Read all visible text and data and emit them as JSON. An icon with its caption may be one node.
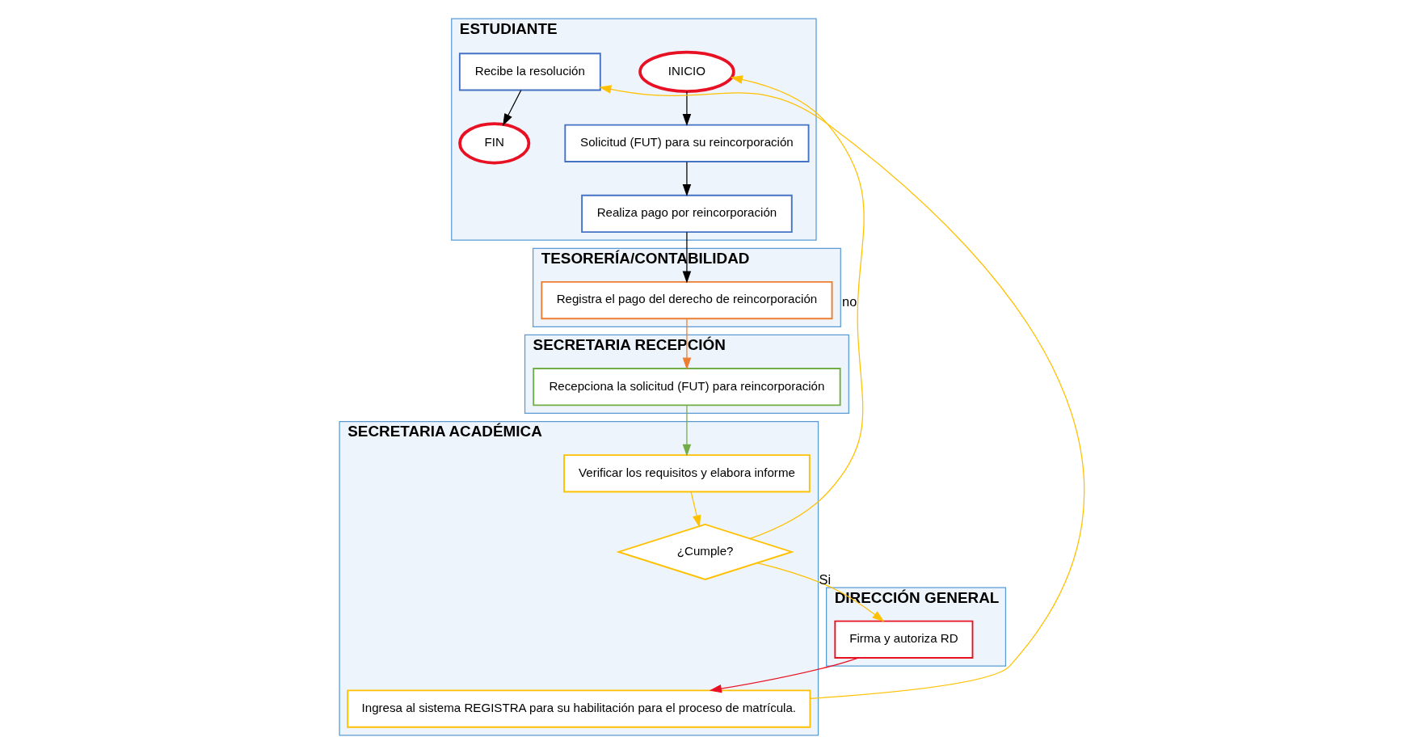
{
  "diagram": {
    "nodes": [
      {
        "text": [
          "ESTUDIANTE"
        ]
      },
      {
        "text": [
          "TESORERÍA/CONTABILIDAD"
        ]
      },
      {
        "text": [
          "SECRETARIA RECEPCIÓN"
        ]
      },
      {
        "text": [
          "SECRETARIA ACADÉMICA"
        ]
      },
      {
        "text": [
          "DIRECCIÓN GENERAL"
        ]
      },
      {
        "text": [
          "INICIO"
        ],
        "in": 0
      },
      {
        "text": [
          "Solicitud (FUT) para su reincorporación"
        ],
        "in": 0
      },
      {
        "text": [
          "Realiza pago por reincorporación"
        ],
        "in": 0
      },
      {
        "text": [
          "Registra el pago del derecho de reincorporación"
        ],
        "in": 1
      },
      {
        "text": [
          "Recepciona la solicitud (FUT) para reincorporación"
        ],
        "in": 2
      },
      {
        "text": [
          "Verificar los requisitos y elabora informe"
        ],
        "in": 3
      },
      {
        "text": [
          "¿Cumple?"
        ],
        "in": 3
      },
      {
        "text": [
          "Firma y autoriza RD"
        ],
        "in": 4
      },
      {
        "text": [
          "Recibe la resolución"
        ],
        "in": 0
      },
      {
        "text": [
          "Ingresa al sistema REGISTRA para su habilitación para el proceso de matrícula."
        ],
        "in": 3
      },
      {
        "text": [
          "FIN"
        ],
        "in": 0
      }
    ],
    "edges": [
      {
        "from": 5,
        "to": 6,
        "arrow": "to"
      },
      {
        "from": 6,
        "to": 7,
        "arrow": "to"
      },
      {
        "from": 7,
        "to": 8,
        "arrow": "to"
      },
      {
        "from": 8,
        "to": 9,
        "arrow": "to",
        "color": "#ed7d31"
      },
      {
        "from": 9,
        "to": 10,
        "arrow": "to",
        "color": "#70ad47"
      },
      {
        "from": 10,
        "to": 11,
        "arrow": "to",
        "color": "#ffc000"
      },
      {
        "from": 11,
        "to": 5,
        "arrow": "to",
        "label": "no",
        "color": "#ffc000"
      },
      {
        "from": 11,
        "to": 12,
        "arrow": "to",
        "label": "Si",
        "color": "#ffc000"
      },
      {
        "from": 12,
        "to": 14,
        "arrow": "to",
        "color": "#e81123"
      },
      {
        "from": 14,
        "to": 13,
        "arrow": "to",
        "color": "#ffc000"
      },
      {
        "from": 13,
        "to": 15,
        "arrow": "to"
      }
    ]
  }
}
